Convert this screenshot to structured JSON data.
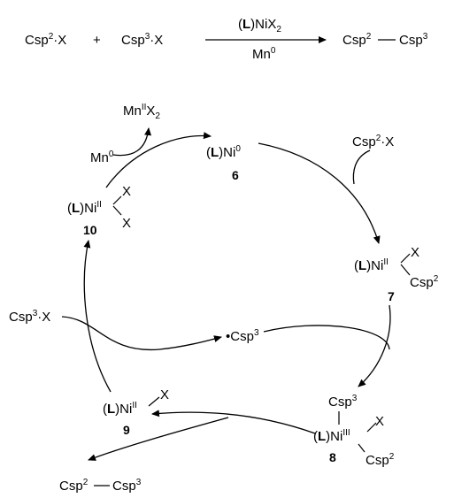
{
  "equation": {
    "reactant1_base": "Csp",
    "reactant1_sup": "2",
    "reactant1_tail": "·X",
    "plus": "+",
    "reactant2_base": "Csp",
    "reactant2_sup": "3",
    "reactant2_tail": "·X",
    "catalyst_open": "(",
    "catalyst_L": "L",
    "catalyst_close": ")NiX",
    "catalyst_sub": "2",
    "reductant_base": "Mn",
    "reductant_sup": "0",
    "product_a": "Csp",
    "product_a_sup": "2",
    "product_b": "Csp",
    "product_b_sup": "3"
  },
  "cycle": {
    "mnx2": {
      "base": "Mn",
      "sup": "II",
      "x": "X",
      "sub": "2"
    },
    "mn0": {
      "base": "Mn",
      "sup": "0"
    },
    "c6": {
      "L": "L",
      "metal": ")Ni",
      "sup": "0",
      "number": "6"
    },
    "c7": {
      "L": "L",
      "metal": ")Ni",
      "sup": "II",
      "x": "X",
      "csp": "Csp",
      "csp_sup": "2",
      "number": "7"
    },
    "c8": {
      "L": "L",
      "metal": ")Ni",
      "sup": "III",
      "x": "X",
      "csp3": "Csp",
      "csp3_sup": "3",
      "csp2": "Csp",
      "csp2_sup": "2",
      "number": "8"
    },
    "c9": {
      "L": "L",
      "metal": ")Ni",
      "sup": "II",
      "x": "X",
      "number": "9"
    },
    "c10": {
      "L": "L",
      "metal": ")Ni",
      "sup": "II",
      "x1": "X",
      "x2": "X",
      "number": "10"
    },
    "sub_csp2x": {
      "base": "Csp",
      "sup": "2",
      "tail": "·X"
    },
    "sub_csp3x": {
      "base": "Csp",
      "sup": "3",
      "tail": "·X"
    },
    "radical": {
      "dot": "•",
      "base": "Csp",
      "sup": "3"
    },
    "product": {
      "a": "Csp",
      "a_sup": "2",
      "b": "Csp",
      "b_sup": "3"
    }
  }
}
